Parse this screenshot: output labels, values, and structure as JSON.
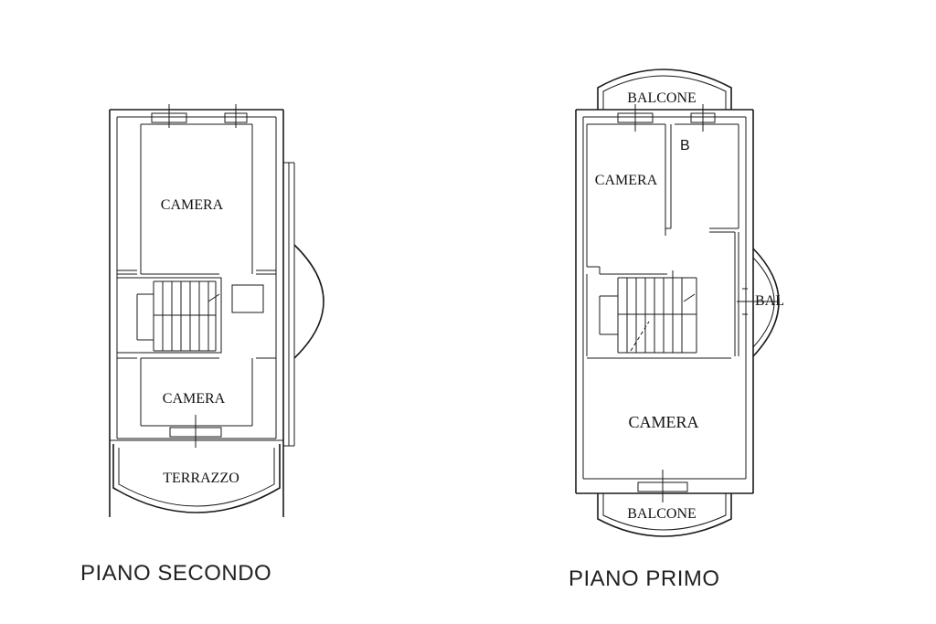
{
  "plan_left": {
    "title": "PIANO SECONDO",
    "rooms": {
      "camera_top": "CAMERA",
      "camera_bottom": "CAMERA",
      "terrace": "TERRAZZO"
    }
  },
  "plan_right": {
    "title": "PIANO PRIMO",
    "rooms": {
      "balcony_top": "BALCONE",
      "bath": "B",
      "camera_top": "CAMERA",
      "balcony_side": "BAL",
      "camera_bottom": "CAMERA",
      "balcony_bottom": "BALCONE"
    }
  }
}
